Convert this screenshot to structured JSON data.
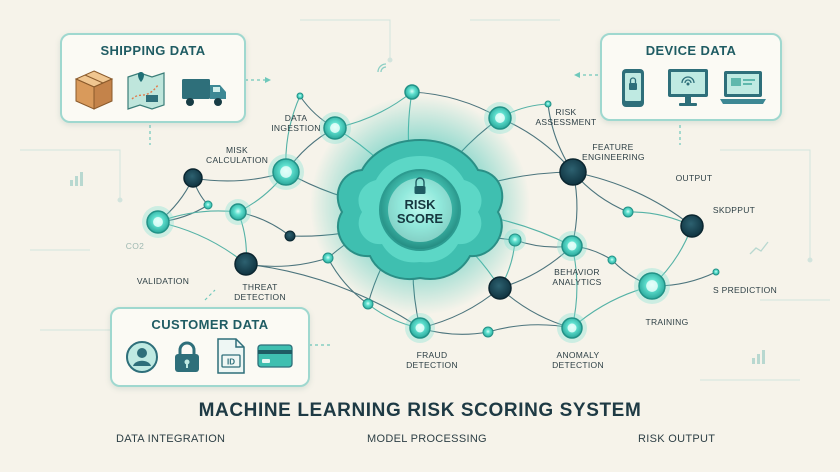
{
  "title": "MACHINE LEARNING RISK SCORING SYSTEM",
  "center": {
    "line1": "RISK",
    "line2": "SCORE"
  },
  "cards": {
    "shipping": {
      "title": "SHIPPING DATA",
      "icons": [
        "package-icon",
        "map-icon",
        "truck-icon"
      ]
    },
    "device": {
      "title": "DEVICE DATA",
      "icons": [
        "smartphone-icon",
        "monitor-icon",
        "laptop-icon"
      ]
    },
    "customer": {
      "title": "CUSTOMER DATA",
      "icons": [
        "user-icon",
        "lock-icon",
        "id-document-icon",
        "credit-card-icon"
      ]
    }
  },
  "labels": {
    "data_ingestion": "DATA INGESTION",
    "risk_assessment": "RISK ASSESSMENT",
    "misk_calculation": "MISK CALCULATION",
    "feature_engineering": "FEATURE ENGINEERING",
    "output": "OUTPUT",
    "skdpput": "SKDPPUT",
    "validation": "VALIDATION",
    "threat_detection": "THREAT DETECTION",
    "behavior_analytics": "BEHAVIOR ANALYTICS",
    "s_prediction": "S PREDICTION",
    "training": "TRAINING",
    "fraud_detection": "FRAUD DETECTION",
    "anomaly_detection": "ANOMALY DETECTION",
    "co2": "CO2"
  },
  "footer": {
    "data_integration": "DATA INTEGRATION",
    "model_processing": "MODEL PROCESSING",
    "risk_output": "RISK OUTPUT"
  },
  "colors": {
    "background": "#f6f3ea",
    "teal": "#3cc4b6",
    "dark_node": "#123c4a",
    "line": "#2f5f6a",
    "card_border": "#9fd8cf",
    "title": "#1e3a44"
  }
}
